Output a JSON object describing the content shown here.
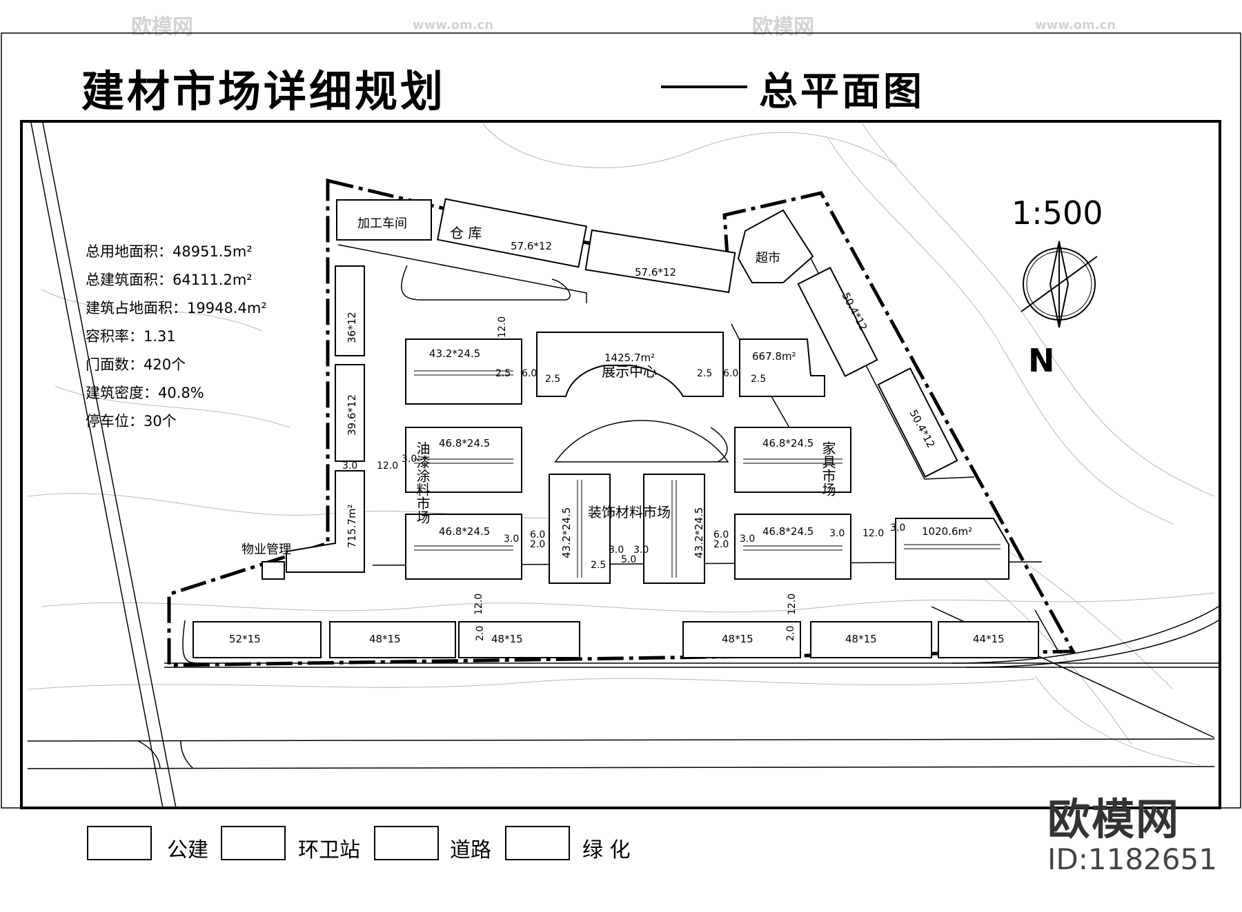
{
  "title": {
    "main": "建材市场详细规划",
    "sub": "总平面图"
  },
  "scale": "1:500",
  "north_label": "N",
  "stats": [
    "总用地面积：48951.5m²",
    "总建筑面积：64111.2m²",
    "建筑占地面积：19948.4m²",
    "容积率：1.31",
    "门面数：420个",
    "建筑密度：40.8%",
    "停车位：30个"
  ],
  "buildings": {
    "jiagong": "加工车间",
    "cangku": "仓 库",
    "wh1": "57.6*12",
    "wh2": "57.6*12",
    "chaoshi": "超市",
    "w1": "36*12",
    "w2": "39.6*12",
    "w3": "715.7m²",
    "wuye": "物业管理",
    "b_a": "43.2*24.5",
    "b_b": "46.8*24.5",
    "b_c": "46.8*24.5",
    "b_d": "46.8*24.5",
    "b_e": "46.8*24.5",
    "b_f": "667.8m²",
    "b_g": "1020.6m²",
    "exh_area": "1425.7m²",
    "exh": "展示中心",
    "youqi": "油漆涂料市场",
    "zhuangshi": "装饰材料市场",
    "jiaju": "家具市场",
    "v1": "43.2*24.5",
    "v2": "43.2*24.5",
    "ne1": "50.4*12",
    "ne2": "50.4*12",
    "s1": "52*15",
    "s2": "48*15",
    "s3": "48*15",
    "s4": "48*15",
    "s5": "48*15",
    "s6": "44*15"
  },
  "dims": {
    "d_12": "12.0",
    "d_6": "6.0",
    "d_3": "3.0",
    "d_25": "2.5",
    "d_2": "2.0",
    "d_5": "5.0"
  },
  "legend": {
    "public": "公建",
    "sanitation": "环卫站",
    "road": "道路",
    "green": "绿 化"
  },
  "watermark": {
    "brand": "欧模网",
    "id": "ID:1182651",
    "url": "www.om.cn"
  }
}
